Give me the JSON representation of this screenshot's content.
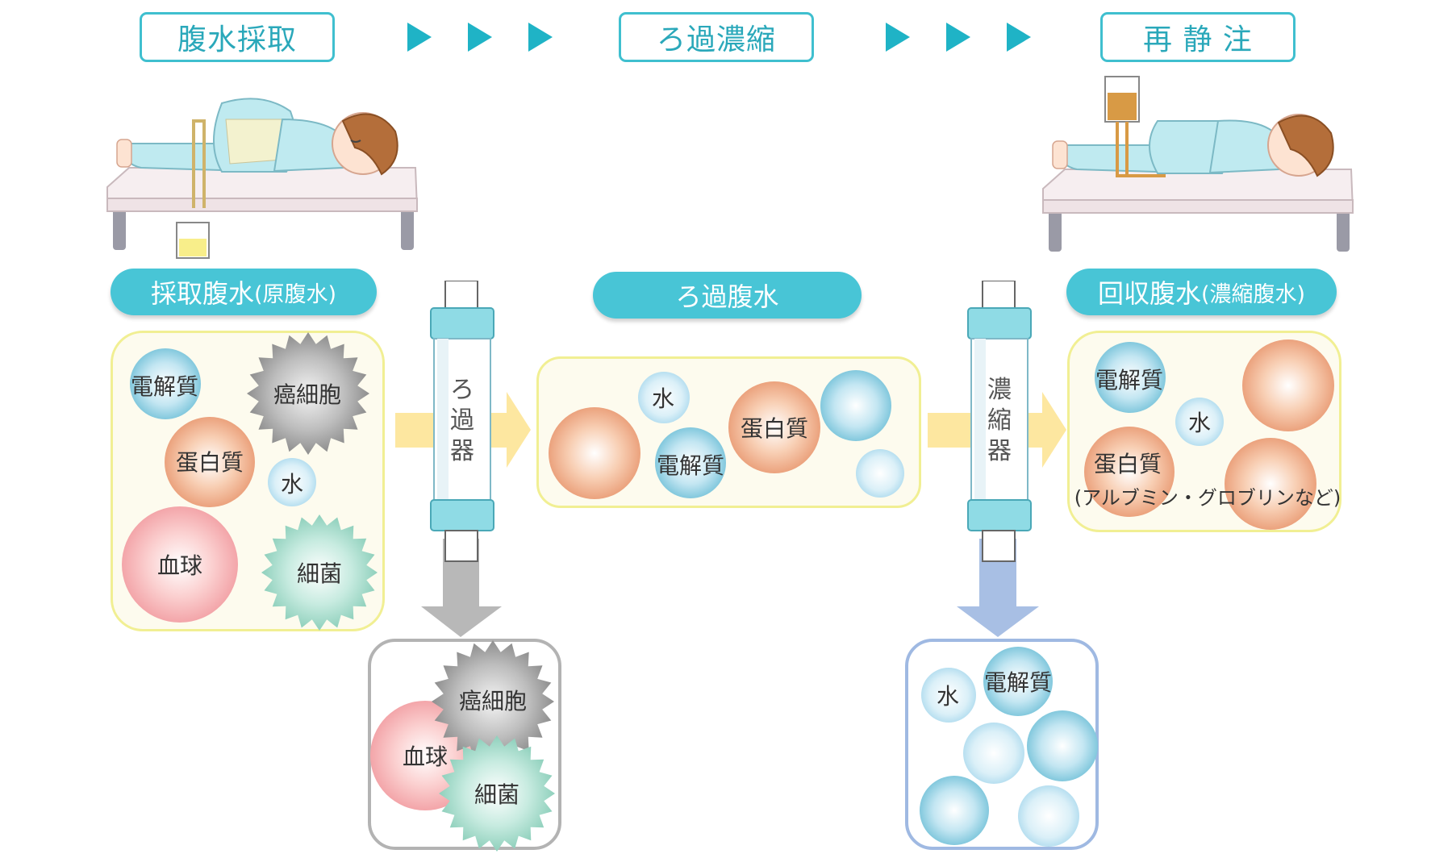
{
  "steps": {
    "collection": "腹水採取",
    "filtration": "ろ過濃縮",
    "reinfusion": "再 静 注"
  },
  "pills": {
    "collected_main": "採取腹水",
    "collected_sub": "(原腹水)",
    "filtered": "ろ過腹水",
    "recovered_main": "回収腹水",
    "recovered_sub": "(濃縮腹水)"
  },
  "filters": {
    "filter1": [
      "ろ",
      "過",
      "器"
    ],
    "filter2": [
      "濃",
      "縮",
      "器"
    ]
  },
  "labels": {
    "electrolyte": "電解質",
    "cancer_cell": "癌細胞",
    "protein": "蛋白質",
    "water": "水",
    "blood_cell": "血球",
    "bacteria": "細菌",
    "protein_note": "(アルブミン・グロブリンなど)"
  },
  "colors": {
    "accent": "#3fbfcf",
    "pill": "#48c5d6",
    "arrow": "#fde7a0",
    "waste_arrow_gray": "#b8b8b8",
    "waste_arrow_blue": "#a8bfe4"
  }
}
